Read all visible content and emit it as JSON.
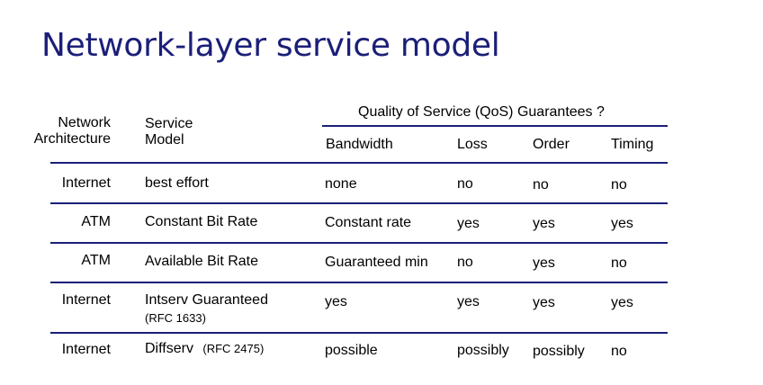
{
  "title": "Network-layer service model",
  "header": {
    "network_architecture": [
      "Network",
      "Architecture"
    ],
    "service_model": [
      "Service",
      "Model"
    ],
    "qos": "Quality of Service (QoS) Guarantees ?",
    "bandwidth": "Bandwidth",
    "loss": "Loss",
    "order": "Order",
    "timing": "Timing"
  },
  "rows": [
    {
      "arch": "Internet",
      "model": "best effort",
      "rfc": "",
      "bandwidth": "none",
      "loss": "no",
      "order": "no",
      "timing": "no"
    },
    {
      "arch": "ATM",
      "model": "Constant Bit Rate",
      "rfc": "",
      "bandwidth": "Constant rate",
      "loss": "yes",
      "order": "yes",
      "timing": "yes"
    },
    {
      "arch": "ATM",
      "model": "Available Bit Rate",
      "rfc": "",
      "bandwidth": "Guaranteed min",
      "loss": "no",
      "order": "yes",
      "timing": "no"
    },
    {
      "arch": "Internet",
      "model": "Intserv Guaranteed",
      "rfc": "(RFC 1633)",
      "bandwidth": "yes",
      "loss": "yes",
      "order": "yes",
      "timing": "yes"
    },
    {
      "arch": "Internet",
      "model": "Diffserv",
      "rfc": "(RFC 2475)",
      "bandwidth": "possible",
      "loss": "possibly",
      "order": "possibly",
      "timing": "no"
    }
  ],
  "colors": {
    "title": "#1b1f78",
    "rule": "#1b1f78",
    "text": "#000000"
  }
}
